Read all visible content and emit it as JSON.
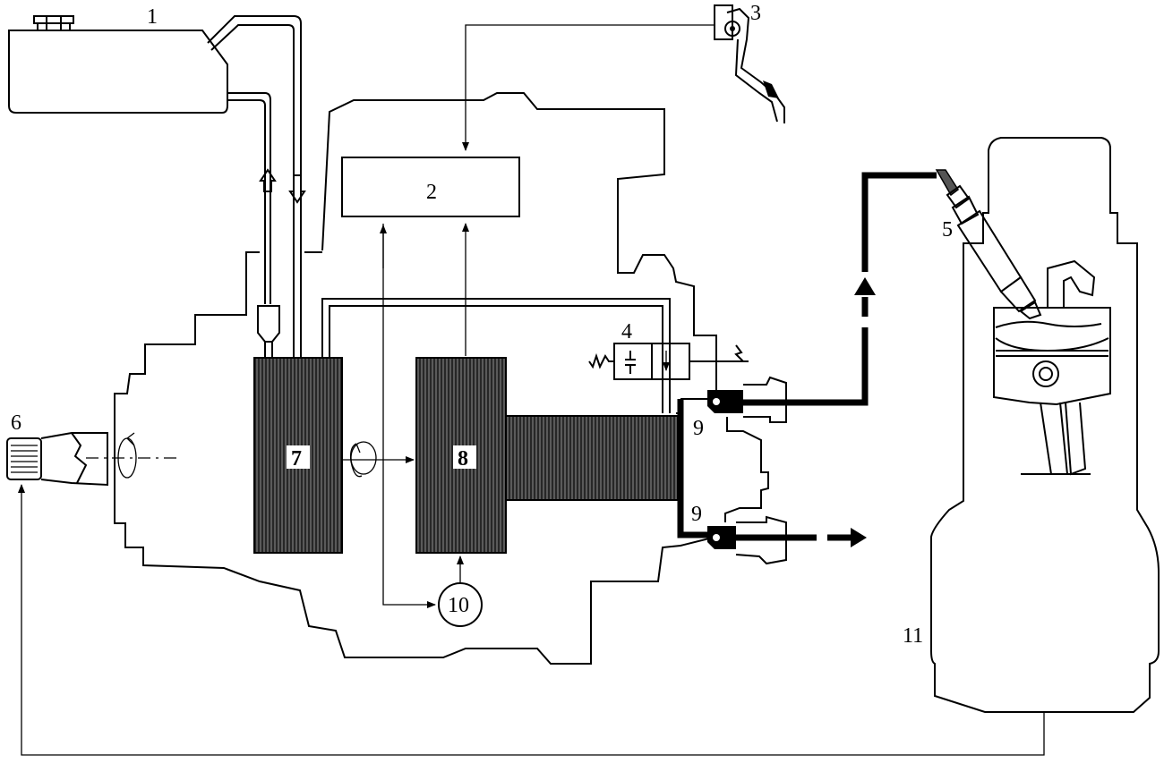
{
  "labels": {
    "tank": "1",
    "control_unit": "2",
    "pedal": "3",
    "solenoid_valve": "4",
    "injector": "5",
    "speed_sensor": "6",
    "feed_pump": "7",
    "high_pressure_pump": "8",
    "outlet_upper": "9",
    "outlet_lower": "9",
    "sensor_10": "10",
    "engine": "11"
  },
  "colors": {
    "ink": "#000000",
    "paper": "#ffffff",
    "hatch": "#3a3a3a"
  }
}
